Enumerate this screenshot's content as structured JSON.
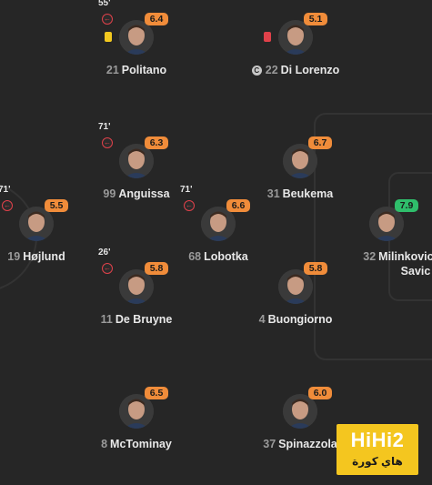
{
  "colors": {
    "background": "#262626",
    "pitch_lines": "#333333",
    "rating_orange": "#f08c3a",
    "rating_green": "#2fbe6b",
    "sub_red": "#e0414a",
    "yellow_card": "#f2c81f",
    "red_card": "#e0414a"
  },
  "players": [
    {
      "number": "21",
      "name": "Politano",
      "rating": "6.4",
      "rating_color": "orange",
      "sub_minute": "55'",
      "sub_off": true,
      "card": "yellow",
      "captain": false
    },
    {
      "number": "22",
      "name": "Di Lorenzo",
      "rating": "5.1",
      "rating_color": "orange",
      "sub_minute": "",
      "sub_off": false,
      "card": "red",
      "captain": true
    },
    {
      "number": "99",
      "name": "Anguissa",
      "rating": "6.3",
      "rating_color": "orange",
      "sub_minute": "71'",
      "sub_off": true,
      "card": "",
      "captain": false
    },
    {
      "number": "31",
      "name": "Beukema",
      "rating": "6.7",
      "rating_color": "orange",
      "sub_minute": "",
      "sub_off": false,
      "card": "",
      "captain": false
    },
    {
      "number": "19",
      "name": "Højlund",
      "rating": "5.5",
      "rating_color": "orange",
      "sub_minute": "71'",
      "sub_off": true,
      "card": "",
      "captain": false
    },
    {
      "number": "68",
      "name": "Lobotka",
      "rating": "6.6",
      "rating_color": "orange",
      "sub_minute": "71'",
      "sub_off": true,
      "card": "",
      "captain": false
    },
    {
      "number": "32",
      "name": "Milinkovic-",
      "name_line2": "Savic",
      "rating": "7.9",
      "rating_color": "green",
      "sub_minute": "",
      "sub_off": false,
      "card": "",
      "captain": false
    },
    {
      "number": "11",
      "name": "De Bruyne",
      "rating": "5.8",
      "rating_color": "orange",
      "sub_minute": "26'",
      "sub_off": true,
      "card": "",
      "captain": false
    },
    {
      "number": "4",
      "name": "Buongiorno",
      "rating": "5.8",
      "rating_color": "orange",
      "sub_minute": "",
      "sub_off": false,
      "card": "",
      "captain": false
    },
    {
      "number": "8",
      "name": "McTominay",
      "rating": "6.5",
      "rating_color": "orange",
      "sub_minute": "",
      "sub_off": false,
      "card": "",
      "captain": false
    },
    {
      "number": "37",
      "name": "Spinazzola",
      "rating": "6.0",
      "rating_color": "orange",
      "sub_minute": "",
      "sub_off": false,
      "card": "",
      "captain": false
    }
  ],
  "icons": {
    "sub_off": "arrow-left-circle-icon",
    "captain": "captain-c-icon"
  },
  "watermark": {
    "main": "HiHi2",
    "sub": "هاي كورة"
  }
}
